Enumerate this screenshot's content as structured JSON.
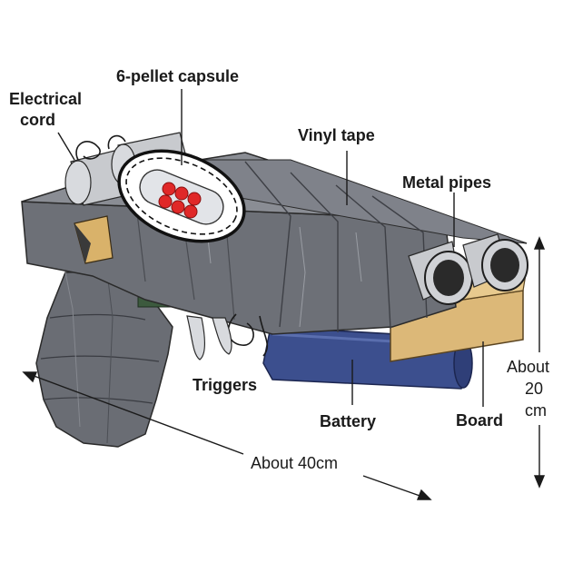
{
  "labels": {
    "electrical_cord_line1": "Electrical",
    "electrical_cord_line2": "cord",
    "capsule": "6-pellet capsule",
    "vinyl_tape": "Vinyl tape",
    "metal_pipes": "Metal pipes",
    "triggers": "Triggers",
    "battery": "Battery",
    "board": "Board",
    "height_line1": "About",
    "height_line2": "20",
    "height_line3": "cm",
    "length": "About 40cm"
  },
  "colors": {
    "tape_dark": "#5c5f66",
    "tape_mid": "#6d7077",
    "tape_light": "#85888f",
    "battery": "#3c4f8e",
    "board": "#dcb878",
    "pellet": "#e02828",
    "pipe": "#d0d2d6"
  }
}
